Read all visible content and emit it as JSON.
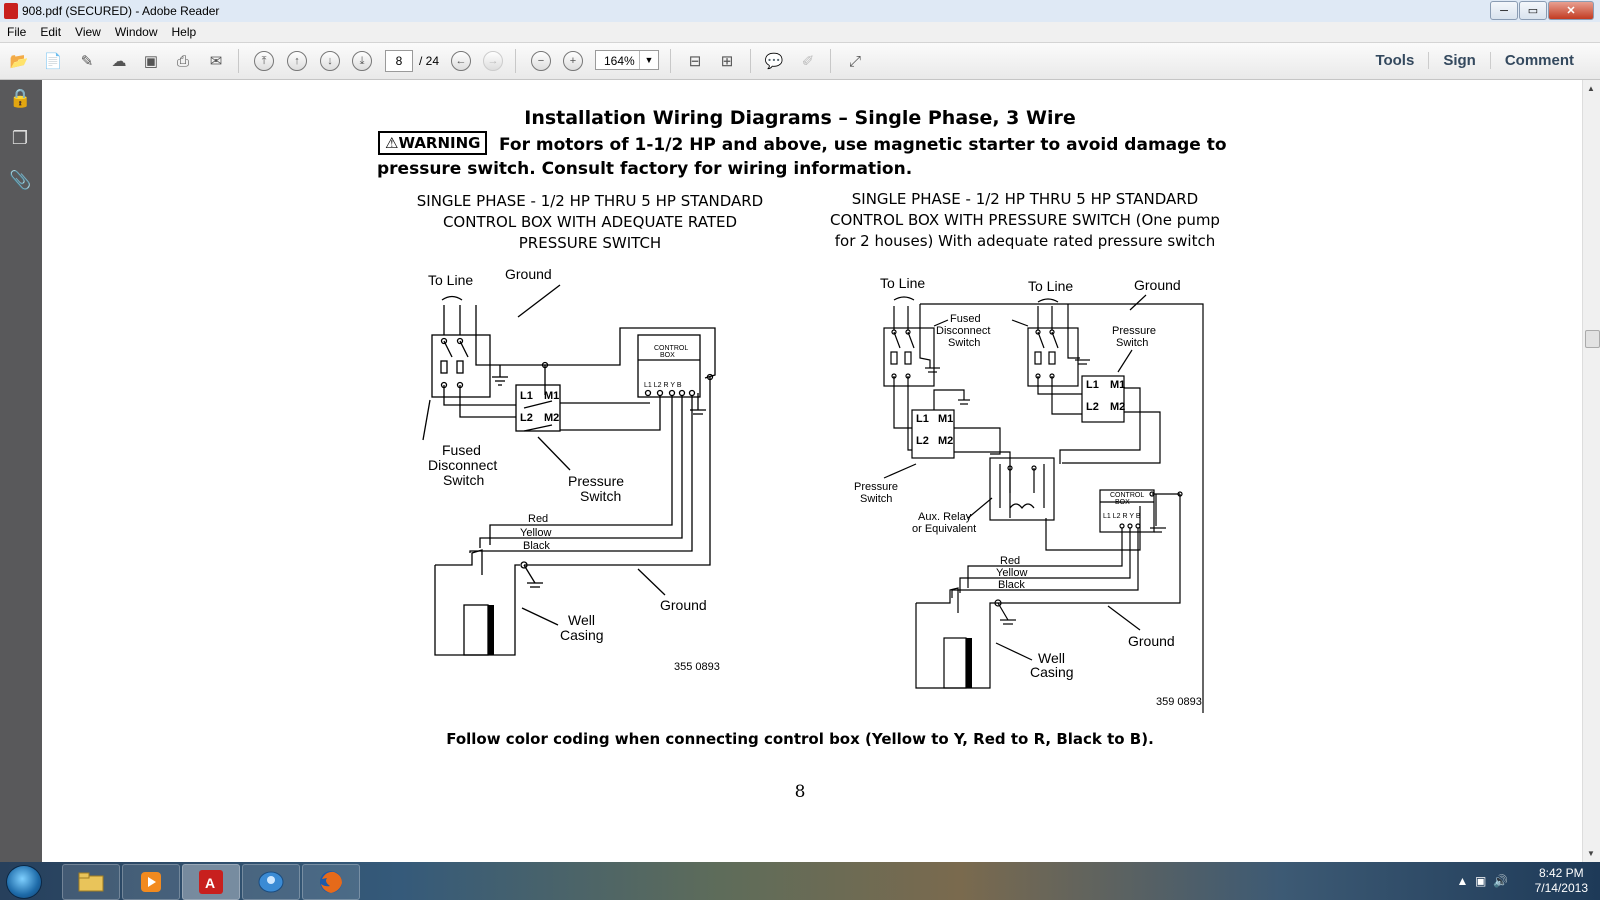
{
  "window": {
    "title": "908.pdf (SECURED) - Adobe Reader",
    "minimize": "─",
    "maximize": "▭",
    "close": "✕"
  },
  "menu": [
    "File",
    "Edit",
    "View",
    "Window",
    "Help"
  ],
  "toolbar": {
    "page_current": "8",
    "page_total": "/ 24",
    "zoom": "164%",
    "links": [
      "Tools",
      "Sign",
      "Comment"
    ]
  },
  "document": {
    "title": "Installation Wiring Diagrams – Single Phase, 3 Wire",
    "warning_label": "WARNING",
    "warning_text": "For motors of 1-1/2 HP and above, use magnetic starter to avoid damage to pressure switch. Consult factory for wiring information.",
    "left_caption": [
      "SINGLE PHASE - 1/2 HP THRU 5 HP STANDARD",
      "CONTROL BOX WITH ADEQUATE RATED",
      "PRESSURE SWITCH"
    ],
    "right_caption": [
      "SINGLE PHASE - 1/2 HP THRU 5 HP STANDARD",
      "CONTROL BOX WITH PRESSURE SWITCH (One pump",
      "for 2 houses) With adequate rated pressure switch"
    ],
    "left_diagram": {
      "to_line": "To Line",
      "ground_top": "Ground",
      "fused": [
        "Fused",
        "Disconnect",
        "Switch"
      ],
      "pressure": [
        "Pressure",
        "Switch"
      ],
      "control_box": [
        "CONTROL",
        "BOX"
      ],
      "terminals": "L1 L2 R  Y  B",
      "switch_terms": [
        "L1",
        "M1",
        "L2",
        "M2"
      ],
      "wires": [
        "Red",
        "Yellow",
        "Black"
      ],
      "ground_bottom": "Ground",
      "well": [
        "Well",
        "Casing"
      ],
      "code": "355 0893"
    },
    "right_diagram": {
      "to_line_1": "To Line",
      "to_line_2": "To Line",
      "ground_top": "Ground",
      "fused": [
        "Fused",
        "Disconnect",
        "Switch"
      ],
      "pressure_top": [
        "Pressure",
        "Switch"
      ],
      "pressure_left": [
        "Pressure",
        "Switch"
      ],
      "aux": [
        "Aux. Relay",
        "or Equivalent"
      ],
      "control_box": [
        "CONTROL",
        "BOX"
      ],
      "terminals": "L1 L2 R  Y  B",
      "switch_terms": [
        "L1",
        "M1",
        "L2",
        "M2"
      ],
      "wires": [
        "Red",
        "Yellow",
        "Black"
      ],
      "ground_bottom": "Ground",
      "well": [
        "Well",
        "Casing"
      ],
      "code": "359 0893"
    },
    "footnote": "Follow color coding when connecting control box (Yellow to Y, Red to R, Black to B).",
    "page_number": "8"
  },
  "taskbar": {
    "time": "8:42 PM",
    "date": "7/14/2013"
  }
}
